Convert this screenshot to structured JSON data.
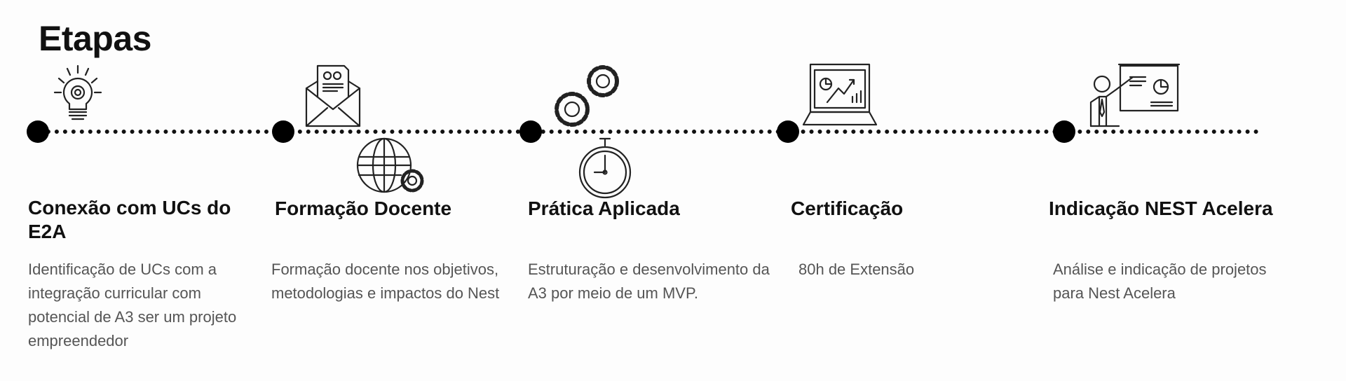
{
  "title": "Etapas",
  "steps": [
    {
      "heading": "Conexão com UCs do E2A",
      "description": "Identificação de UCs com a integração curricular com potencial de A3 ser um projeto empreendedor",
      "icons": [
        "lightbulb-gear-icon"
      ]
    },
    {
      "heading": "Formação Docente",
      "description": "Formação docente nos objetivos, metodologias e impactos do Nest",
      "icons": [
        "envelope-document-icon",
        "globe-gear-icon"
      ]
    },
    {
      "heading": "Prática Aplicada",
      "description": "Estruturação e desenvolvimento da A3 por meio de um MVP.",
      "icons": [
        "gears-icon",
        "stopwatch-icon"
      ]
    },
    {
      "heading": "Certificação",
      "description": "80h de Extensão",
      "icons": [
        "laptop-chart-icon"
      ]
    },
    {
      "heading": "Indicação NEST Acelera",
      "description": "Análise e indicação de projetos para Nest Acelera",
      "icons": [
        "presenter-board-icon"
      ]
    }
  ]
}
